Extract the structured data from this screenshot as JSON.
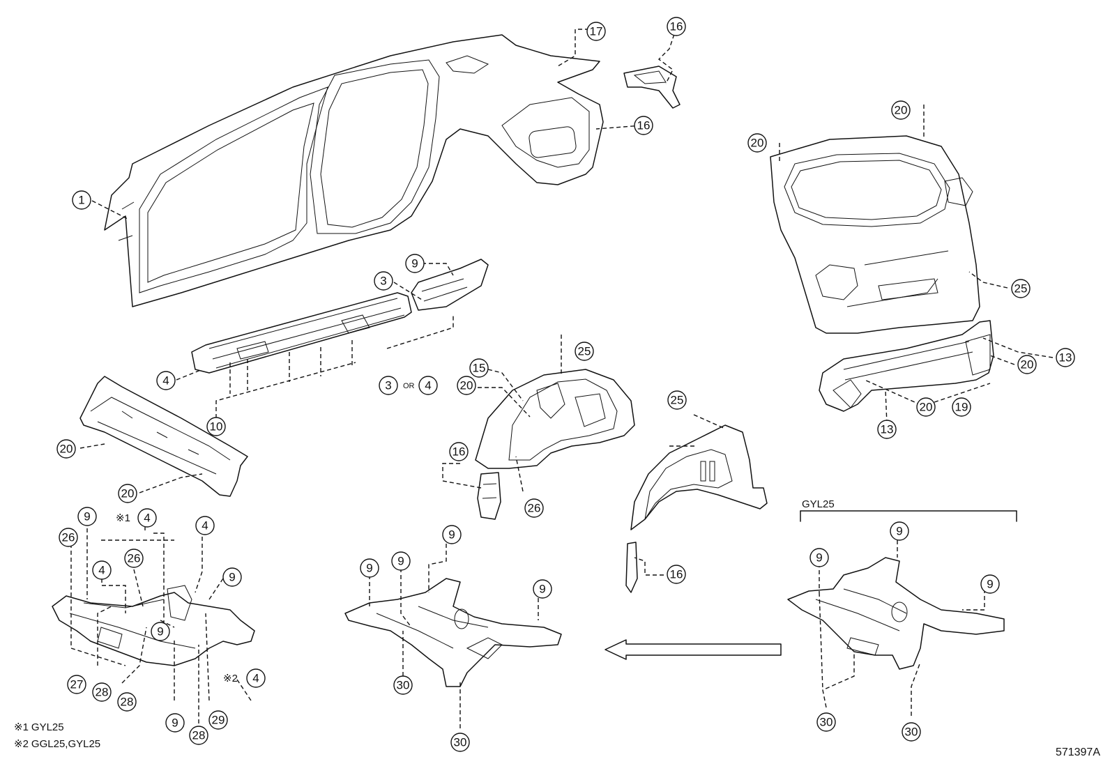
{
  "diagram_id": "571397A",
  "model_label": "GYL25",
  "or_text": "OR",
  "notes": [
    {
      "mark": "※1",
      "text": "GYL25"
    },
    {
      "mark": "※2",
      "text": "GGL25,GYL25"
    }
  ],
  "callouts": {
    "c1": "1",
    "c17": "17",
    "c16a": "16",
    "c16b": "16",
    "c9a": "9",
    "c3a": "3",
    "c4a": "4",
    "c3b": "3",
    "c4b": "4",
    "c10": "10",
    "c20a": "20",
    "c20b": "20",
    "c20c": "20",
    "c20d": "20",
    "c20e": "20",
    "c20f": "20",
    "c20g": "20",
    "c15": "15",
    "c25a": "25",
    "c25b": "25",
    "c25c": "25",
    "c16c": "16",
    "c26a": "26",
    "c16d": "16",
    "c13a": "13",
    "c13b": "13",
    "c19": "19",
    "c9b": "9",
    "c4c": "4",
    "c26b": "26",
    "c26c": "26",
    "c4d": "4",
    "c4e": "4",
    "c9c": "9",
    "c9d": "9",
    "c27": "27",
    "c28a": "28",
    "c28b": "28",
    "c4f": "4",
    "c9e": "9",
    "c29": "29",
    "c28c": "28",
    "c9f": "9",
    "c9g": "9",
    "c9h": "9",
    "c9i": "9",
    "c30a": "30",
    "c30b": "30",
    "c9j": "9",
    "c9k": "9",
    "c9l": "9",
    "c30c": "30",
    "c30d": "30"
  },
  "note_marks": {
    "m1": "※1",
    "m2": "※2"
  }
}
